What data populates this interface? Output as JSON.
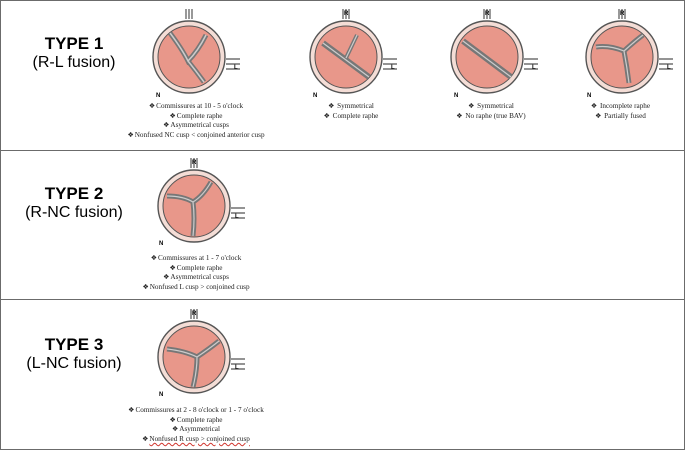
{
  "types": [
    {
      "title": "TYPE 1",
      "subtitle": "(R-L fusion)",
      "valves": [
        {
          "labels": {
            "r": "R",
            "l": "L",
            "n": "N"
          },
          "notes": [
            "Commissures at 10 - 5 o'clock",
            "Complete raphe",
            "Asymmetrical cusps",
            "Nonfused NC cusp < conjoined anterior cusp"
          ]
        },
        {
          "labels": {
            "r": "R",
            "l": "L",
            "n": "N"
          },
          "notes": [
            "Symmetrical",
            "Complete raphe"
          ]
        },
        {
          "labels": {
            "r": "R",
            "l": "L",
            "n": "N"
          },
          "notes": [
            "Symmetrical",
            "No raphe (true BAV)"
          ]
        },
        {
          "labels": {
            "r": "R",
            "l": "L",
            "n": "N"
          },
          "notes": [
            "Incomplete raphe",
            "Partially fused"
          ]
        }
      ]
    },
    {
      "title": "TYPE 2",
      "subtitle": "(R-NC fusion)",
      "valves": [
        {
          "labels": {
            "r": "R",
            "l": "L",
            "n": "N"
          },
          "notes": [
            "Commissures at 1 - 7 o'clock",
            "Complete raphe",
            "Asymmetrical cusps",
            "Nonfused L cusp > conjoined cusp"
          ]
        }
      ]
    },
    {
      "title": "TYPE 3",
      "subtitle": "(L-NC fusion)",
      "valves": [
        {
          "labels": {
            "r": "R",
            "l": "L",
            "n": "N"
          },
          "notes": [
            "Commissures at 2 - 8 o'clock or 1 - 7 o'clock",
            "Complete raphe",
            "Asymmetrical",
            "Nonfused R cusp > conjoined cusp"
          ]
        }
      ]
    }
  ],
  "bullet_symbol": "❖",
  "colors": {
    "cusp": "#e8978a",
    "ring": "#f4ddd6",
    "border": "#6b6b6b",
    "raphe": "#8a8a8a"
  }
}
